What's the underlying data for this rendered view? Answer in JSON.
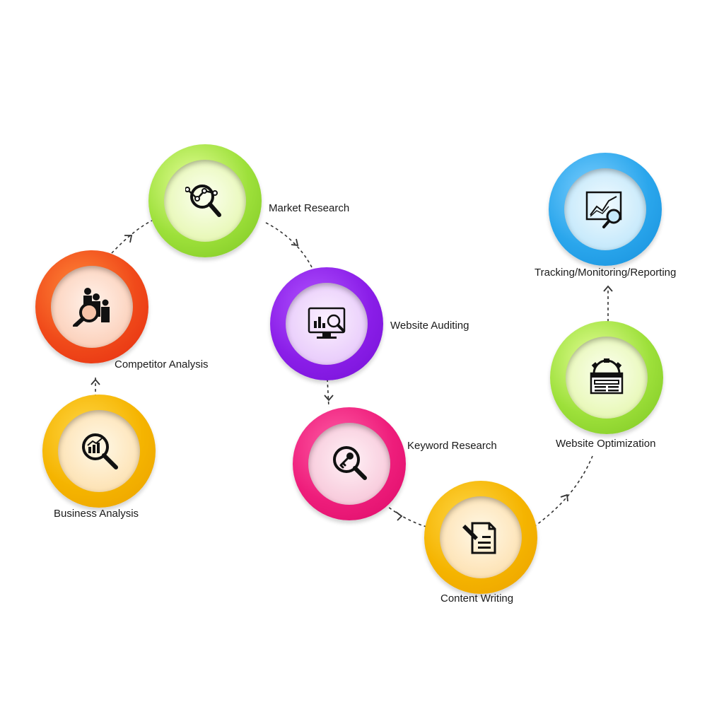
{
  "steps": [
    {
      "id": "business-analysis",
      "label": "Business Analysis",
      "color": "#f5b400",
      "icon": "magnifier-chart-icon"
    },
    {
      "id": "competitor-analysis",
      "label": "Competitor Analysis",
      "color": "#f04a1a",
      "icon": "magnifier-people-icon"
    },
    {
      "id": "market-research",
      "label": "Market Research",
      "color": "#9de03a",
      "icon": "magnifier-trend-icon"
    },
    {
      "id": "website-auditing",
      "label": "Website Auditing",
      "color": "#8a1ee8",
      "icon": "monitor-magnifier-icon"
    },
    {
      "id": "keyword-research",
      "label": "Keyword Research",
      "color": "#ee1d7b",
      "icon": "magnifier-key-icon"
    },
    {
      "id": "content-writing",
      "label": "Content Writing",
      "color": "#f5b400",
      "icon": "document-pen-icon"
    },
    {
      "id": "website-optimization",
      "label": "Website Optimization",
      "color": "#9de03a",
      "icon": "gear-webpage-icon"
    },
    {
      "id": "tracking-monitoring-reporting",
      "label": "Tracking/Monitoring/Reporting",
      "color": "#2aa6ec",
      "icon": "chart-magnifier-icon"
    }
  ]
}
